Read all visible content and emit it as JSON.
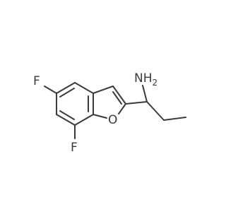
{
  "molecule": {
    "atoms": {
      "amine": "NH",
      "amine_subscript": "2",
      "oxygen": "O",
      "fluorine_top": "F",
      "fluorine_bottom": "F"
    },
    "colors": {
      "bond": "#3a3a3a",
      "text": "#3a3a3a",
      "background": "#ffffff"
    }
  }
}
